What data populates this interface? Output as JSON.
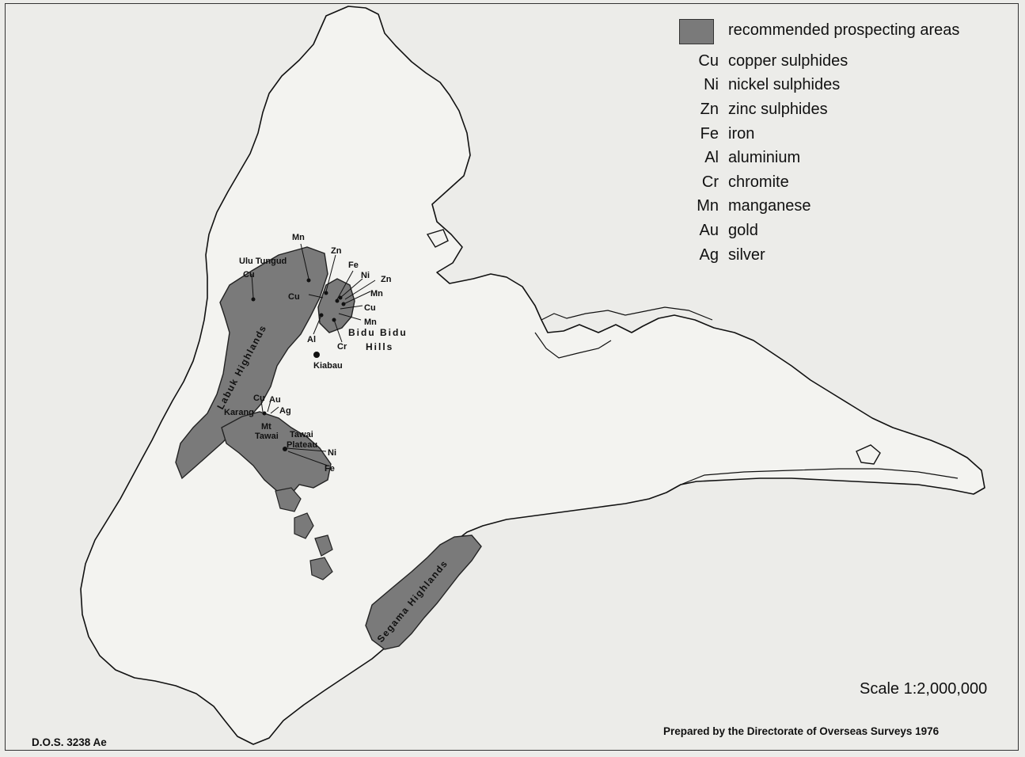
{
  "legend": {
    "area_label": "recommended prospecting areas",
    "area_color": "#7a7a7a",
    "items": [
      {
        "symbol": "Cu",
        "label": "copper sulphides"
      },
      {
        "symbol": "Ni",
        "label": "nickel sulphides"
      },
      {
        "symbol": "Zn",
        "label": "zinc sulphides"
      },
      {
        "symbol": "Fe",
        "label": "iron"
      },
      {
        "symbol": "Al",
        "label": "aluminium"
      },
      {
        "symbol": "Cr",
        "label": "chromite"
      },
      {
        "symbol": "Mn",
        "label": "manganese"
      },
      {
        "symbol": "Au",
        "label": "gold"
      },
      {
        "symbol": "Ag",
        "label": "silver"
      }
    ]
  },
  "places": {
    "ulu_tungud": "Ulu Tungud",
    "labuk_highlands": "Labuk Highlands",
    "bidu_bidu": "Bidu Bidu",
    "hills": "Hills",
    "kiabau": "Kiabau",
    "karang": "Karang",
    "mt": "Mt",
    "tawai": "Tawai",
    "tawai_plateau_1": "Tawai",
    "tawai_plateau_2": "Plateau",
    "segama_highlands": "Segama Highlands"
  },
  "mineral_labels": {
    "ulu_tungud_cu": "Cu",
    "mn_top": "Mn",
    "zn_top": "Zn",
    "fe_bidu": "Fe",
    "ni_bidu": "Ni",
    "zn_bidu": "Zn",
    "mn_bidu": "Mn",
    "cu_bidu": "Cu",
    "mn_bidu2": "Mn",
    "cu_west": "Cu",
    "al": "Al",
    "cr": "Cr",
    "cu_karang": "Cu",
    "au_karang": "Au",
    "ag_karang": "Ag",
    "ni_tawai": "Ni",
    "fe_tawai": "Fe"
  },
  "scale": "Scale 1:2,000,000",
  "credit": "Prepared by the Directorate of Overseas Surveys 1976",
  "map_id": "D.O.S. 3238 Ae"
}
